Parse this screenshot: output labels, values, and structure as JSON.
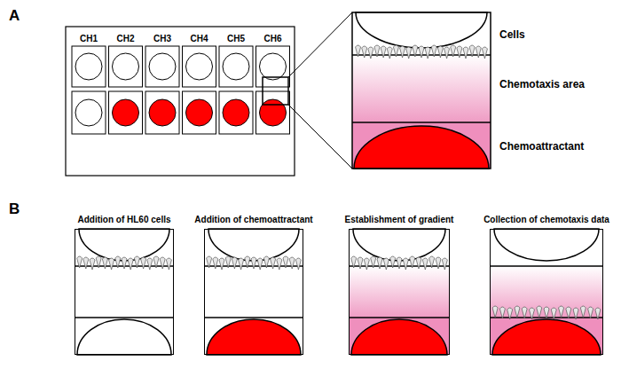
{
  "diagram": {
    "nodes": [
      {
        "text": [
          "CH1"
        ]
      },
      {
        "text": [
          "CH2"
        ]
      },
      {
        "text": [
          "CH3"
        ]
      },
      {
        "text": [
          "CH4"
        ]
      },
      {
        "text": [
          "CH5"
        ]
      },
      {
        "text": [
          "CH6"
        ]
      },
      {
        "text": [
          "Addition of HL60 cells"
        ]
      },
      {
        "text": [
          "Addition of chemoattractant"
        ]
      },
      {
        "text": [
          "Establishment of gradient"
        ]
      },
      {
        "text": [
          "Collection of chemotaxis data"
        ]
      }
    ],
    "labels": [
      "A",
      "Cells",
      "Chemotaxis area",
      "Chemoattractant",
      "B"
    ]
  }
}
